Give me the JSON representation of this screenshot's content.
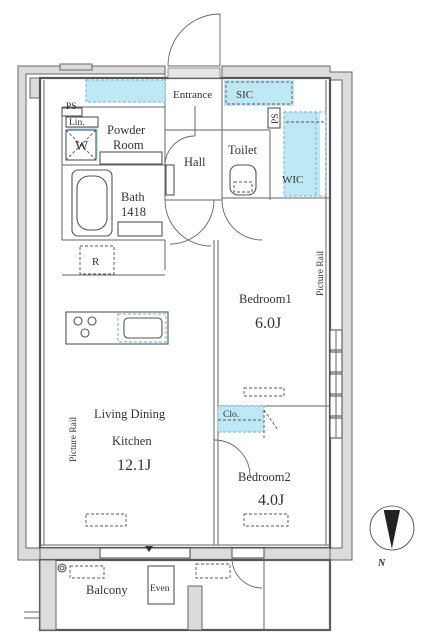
{
  "rooms": {
    "entrance": "Entrance",
    "sic": "SIC",
    "ps_top": "PS",
    "ps_right": "PS",
    "linen": "Lin.",
    "washer": "W",
    "powder_room_line1": "Powder",
    "powder_room_line2": "Room",
    "hall": "Hall",
    "toilet": "Toilet",
    "wic": "WIC",
    "bath_line1": "Bath",
    "bath_line2": "1418",
    "refrigerator": "R",
    "bedroom1": "Bedroom1",
    "bedroom1_area": "6.0J",
    "picture_rail_bedroom": "Picture Rail",
    "picture_rail_living": "Picture Rail",
    "closet": "Clo.",
    "ldk_line1": "Living Dining",
    "ldk_line2": "Kitchen",
    "ldk_area": "12.1J",
    "bedroom2": "Bedroom2",
    "bedroom2_area": "4.0J",
    "balcony": "Balcony",
    "even_line1": "Even"
  },
  "compass": {
    "north_label": "N"
  },
  "colors": {
    "storage_blue": "#bfe8f5",
    "wall_gray": "#dcdcdc"
  }
}
